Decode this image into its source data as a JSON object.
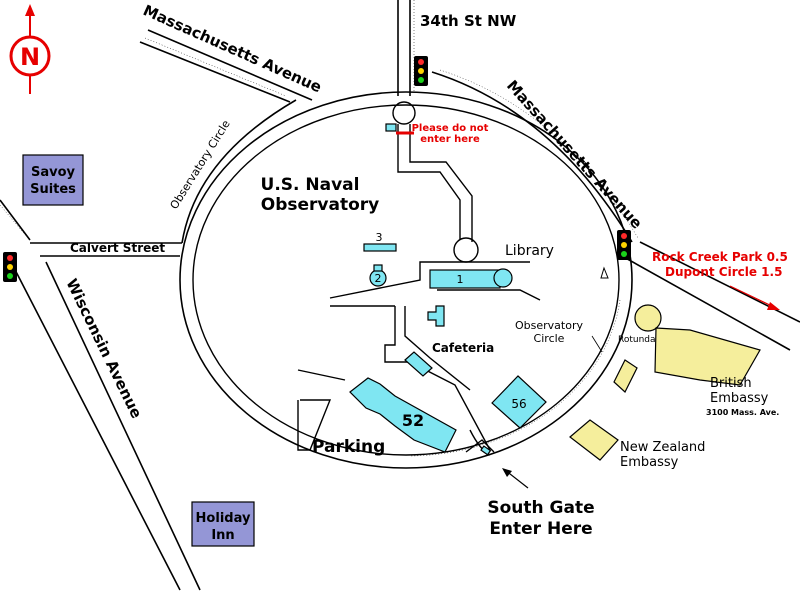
{
  "compass": {
    "letter": "N",
    "icon": "north-arrow-icon"
  },
  "roads": {
    "mass_ave_nw": "Massachusetts Avenue",
    "mass_ave_ne": "Massachusetts Avenue",
    "street_34th": "34th St NW",
    "observatory_circle_nw": "Observatory Circle",
    "calvert": "Calvert Street",
    "wisconsin": "Wisconsin Avenue"
  },
  "hotels": {
    "savoy": [
      "Savoy",
      "Suites"
    ],
    "holiday_inn": [
      "Holiday",
      "Inn"
    ]
  },
  "observatory": {
    "title": [
      "U.S. Naval",
      "Observatory"
    ],
    "no_entry": [
      "Please do not",
      "enter here"
    ],
    "library": "Library",
    "observatory_circle": [
      "Observatory",
      "Circle"
    ],
    "cafeteria": "Cafeteria",
    "parking": "Parking",
    "rotunda": "Rotunda",
    "south_gate": [
      "South Gate",
      "Enter Here"
    ]
  },
  "buildings": {
    "b1": "1",
    "b2": "2",
    "b3": "3",
    "b52": "52",
    "b56": "56"
  },
  "embassies": {
    "british": [
      "British",
      "Embassy"
    ],
    "british_address": "3100 Mass. Ave.",
    "new_zealand": [
      "New Zealand",
      "Embassy"
    ]
  },
  "directions": [
    "Rock Creek Park 0.5",
    "Dupont Circle 1.5"
  ],
  "colors": {
    "building_fill": "#7fe6f2",
    "embassy_fill": "#f5ee9c",
    "hotel_fill": "#9496d6",
    "accent_red": "#e60000"
  }
}
